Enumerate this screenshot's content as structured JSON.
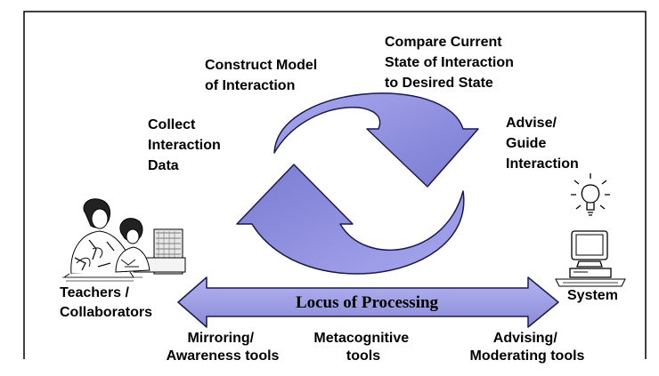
{
  "diagram": {
    "cycle_steps": {
      "collect": [
        "Collect",
        "Interaction",
        "Data"
      ],
      "construct": [
        "Construct Model",
        "of Interaction"
      ],
      "compare": [
        "Compare Current",
        "State of Interaction",
        "to Desired State"
      ],
      "advise": [
        "Advise/",
        "Guide",
        "Interaction"
      ]
    },
    "left_actor": [
      "Teachers /",
      "Collaborators"
    ],
    "right_actor": "System",
    "axis_label": "Locus of Processing",
    "tools": {
      "left": [
        "Mirroring/",
        "Awareness tools"
      ],
      "middle": [
        "Metacognitive",
        "tools"
      ],
      "right": [
        "Advising/",
        "Moderating tools"
      ]
    },
    "colors": {
      "arrow_fill": "#9b9be6",
      "arrow_fill_dark": "#7070c8",
      "arrow_stroke": "#1a1a4a",
      "frame": "#000000"
    },
    "icons": [
      "teacher-student-computer-illustration",
      "computer-icon",
      "lightbulb-icon"
    ]
  }
}
